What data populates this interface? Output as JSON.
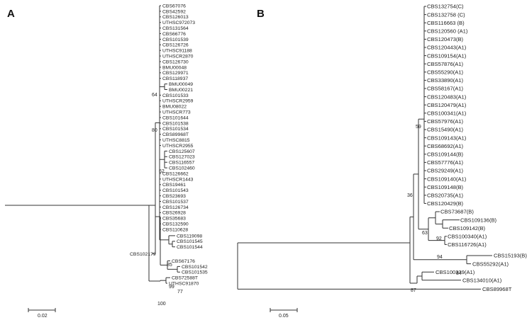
{
  "panels": {
    "A": {
      "letter": "A",
      "scale_label": "0.02",
      "clade_main": [
        "CBS67076",
        "CBS42592",
        "CBS126013",
        "UTHSC972073",
        "CBS131564",
        "CBS66776",
        "CBS101539",
        "CBS126726",
        "UTHSC91188",
        "UTHSCR2870",
        "CBS126730",
        "BMU00048",
        "CBS129971",
        "CBS118937"
      ],
      "pair1": [
        "BMU00049",
        "BMU00221"
      ],
      "clade_mid": [
        "CBS101533",
        "UTHSCR2959",
        "BMU08022",
        "UTHSCR773",
        "CBS101644",
        "CBS101538",
        "CBS101534",
        "CBS89968T",
        "UTHSC8815",
        "UTHSCR2955"
      ],
      "sub62": [
        "CBS125607",
        "CBS127023",
        "CBS116557",
        "CBS102460"
      ],
      "clade_low": [
        "CBS126662",
        "UTHSCR1443",
        "CBS19461",
        "CBS101543",
        "CBS23693",
        "CBS101537",
        "CBS126734",
        "CBS26928",
        "CBS35683",
        "CBS132590",
        "CBS110628"
      ],
      "sub85": [
        "CBS119098",
        "CBS101545",
        "CBS101544"
      ],
      "lone": "CBS102179",
      "group99": [
        "CBS67176",
        "CBS101542",
        "CBS101535"
      ],
      "outer": [
        "CBS72588T",
        "UTHSC91870"
      ],
      "bootstraps": {
        "b64": "64",
        "b62": "62",
        "b80": "80",
        "b85": "85",
        "b99": "99",
        "b77": "77",
        "b100": "100"
      }
    },
    "B": {
      "letter": "B",
      "scale_label": "0.05",
      "top": [
        "CBS132754(C)",
        "CBS132758 (C)",
        "CBS116663 (B)",
        "CBS120560 (A1)",
        "CBS120473(B)",
        "CBS120443(A1)",
        "CBS109154(A1)",
        "CBS57876(A1)",
        "CBS55290(A1)",
        "CBS33890(A1)",
        "CBS58167(A1)",
        "CBS120483(A1)",
        "CBS120479(A1)",
        "CBS100341(A1)",
        "CBS57976(A1)",
        "CBS15490(A1)",
        "CBS109143(A1)",
        "CBS68692(A1)",
        "CBS109144(B)",
        "CBS57776(A1)",
        "CBS29249(A1)",
        "CBS109140(A1)",
        "CBS109148(B)",
        "CBS20735(A1)",
        "CBS120429(B)"
      ],
      "sub63": [
        "CBS73687(B)",
        "CBS109136(B)",
        "CBS109142(B)"
      ],
      "sub94": [
        "CBS100340(A1)",
        "CBS116726(A1)"
      ],
      "sub84": [
        "CBS15193(B)",
        "CBS55292(A1)"
      ],
      "sub87": [
        "CBS100339(A1)",
        "CBS134010(A1)"
      ],
      "outgroup": "CBS89968T",
      "bootstraps": {
        "b59": "59",
        "b36": "36",
        "b63": "63",
        "b92": "92",
        "b94": "94",
        "b84": "84",
        "b87": "87"
      }
    }
  }
}
